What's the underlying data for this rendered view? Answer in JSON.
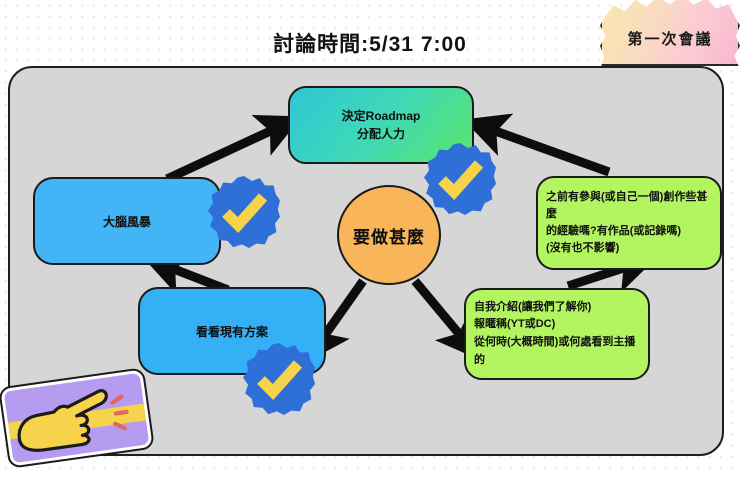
{
  "board": {
    "title": "討論時間:5/31 7:00",
    "meeting_badge": "第一次會議",
    "panel_color": "#d6d6d6",
    "background_color": "#ffffff"
  },
  "nodes": {
    "center": {
      "label": "要做甚麼",
      "color": "#f8b55a",
      "shape": "circle"
    },
    "roadmap": {
      "line1": "決定Roadmap",
      "line2": "分配人力",
      "color_from": "#2fc6d6",
      "color_to": "#5ae46a",
      "checked": true
    },
    "brainstorm": {
      "label": "大腦風暴",
      "color": "#43b4f5",
      "checked": true
    },
    "existing": {
      "label": "看看現有方案",
      "color": "#34b0f7",
      "checked": true
    },
    "experience": {
      "line1": "之前有參與(或自己一個)創作些甚麼",
      "line2": "的經驗嗎?有作品(或記錄嗎)",
      "line3": "(沒有也不影響)",
      "color": "#b3f561",
      "checked": false
    },
    "intro": {
      "line1": "自我介紹(讓我們了解你)",
      "line2": "報暱稱(YT或DC)",
      "line3": "從何時(大概時間)或何處看到主播的",
      "color": "#b3f561",
      "checked": false
    }
  },
  "badges": {
    "check_mark": "check-mark",
    "badge_color": "#2f6fd8",
    "tick_color": "#f6d34b"
  },
  "sticker": {
    "name": "pointing-hand",
    "card_color": "#b69cf0",
    "hand_color": "#f6d34b",
    "accent_color": "#e06a5a"
  },
  "arrows": [
    {
      "from": "brainstorm",
      "to": "roadmap"
    },
    {
      "from": "experience",
      "to": "roadmap"
    },
    {
      "from": "existing",
      "to": "brainstorm"
    },
    {
      "from": "intro",
      "to": "experience"
    },
    {
      "from": "center",
      "to": "existing"
    },
    {
      "from": "center",
      "to": "intro"
    }
  ]
}
